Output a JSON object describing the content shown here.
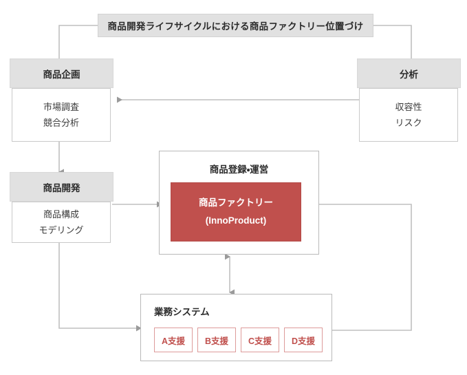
{
  "banner": {
    "title": "商品開発ライフサイクルにおける商品ファクトリー位置づけ"
  },
  "phases": [
    {
      "id": "planning",
      "header": "商品企画",
      "items": [
        "市場調査",
        "競合分析"
      ]
    },
    {
      "id": "analysis",
      "header": "分析",
      "items": [
        "収容性",
        "リスク"
      ]
    },
    {
      "id": "development",
      "header": "商品開発",
      "items": [
        "商品構成",
        "モデリング"
      ]
    }
  ],
  "registration_panel": {
    "title": "商品登録・運営",
    "highlight": {
      "line1": "商品ファクトリー",
      "line2": "(InnoProduct)"
    }
  },
  "business_system": {
    "title": "業務システム",
    "chips": [
      "A支援",
      "B支援",
      "C支援",
      "D支援"
    ]
  },
  "colors": {
    "accent_red": "#C0504D",
    "chip_border": "#DD9A99",
    "header_gray": "#E1E1E1",
    "line_gray": "#BFBFBF",
    "text_dark": "#2B2B2B"
  }
}
